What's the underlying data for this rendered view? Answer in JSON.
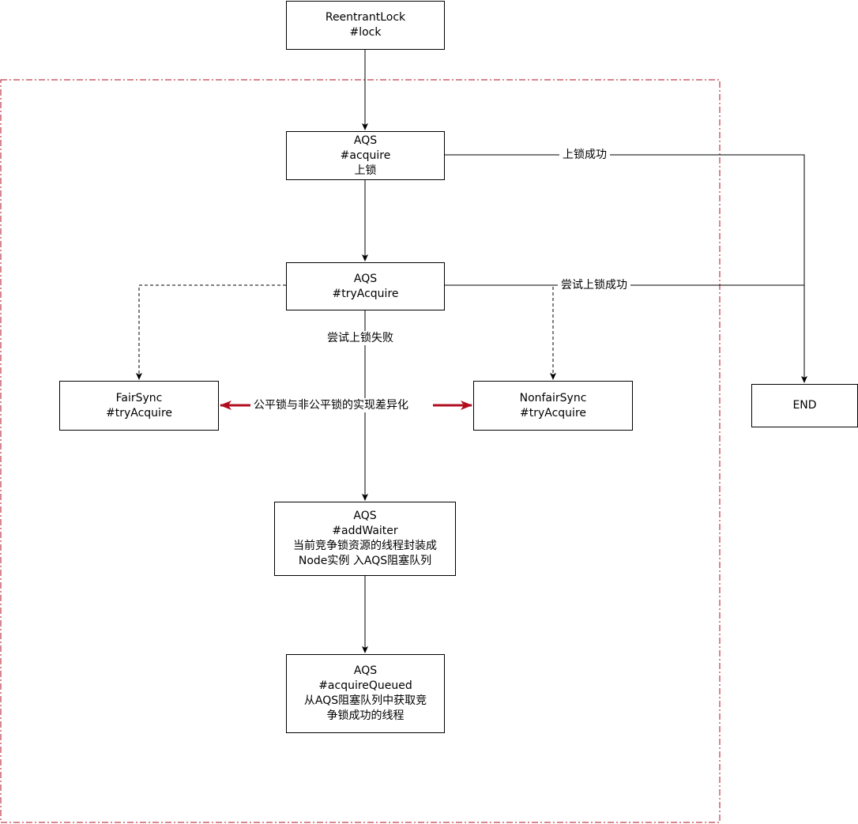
{
  "nodes": {
    "reentrant": {
      "lines": [
        "ReentrantLock",
        "#lock"
      ]
    },
    "aqs_acquire": {
      "lines": [
        "AQS",
        "#acquire",
        "上锁"
      ]
    },
    "aqs_try": {
      "lines": [
        "AQS",
        "#tryAcquire"
      ]
    },
    "fair": {
      "lines": [
        "FairSync",
        "#tryAcquire"
      ]
    },
    "nonfair": {
      "lines": [
        "NonfairSync",
        "#tryAcquire"
      ]
    },
    "end": {
      "lines": [
        "END"
      ]
    },
    "add_waiter": {
      "lines": [
        "AQS",
        "#addWaiter",
        "当前竞争锁资源的线程封装成",
        "Node实例 入AQS阻塞队列"
      ]
    },
    "acquire_queued": {
      "lines": [
        "AQS",
        "#acquireQueued",
        "从AQS阻塞队列中获取竞",
        "争锁成功的线程"
      ]
    }
  },
  "edge_labels": {
    "lock_success": "上锁成功",
    "try_success": "尝试上锁成功",
    "try_fail": "尝试上锁失败",
    "diff": "公平锁与非公平锁的实现差异化"
  },
  "colors": {
    "accent": "#b20c1f",
    "line": "#000000"
  }
}
